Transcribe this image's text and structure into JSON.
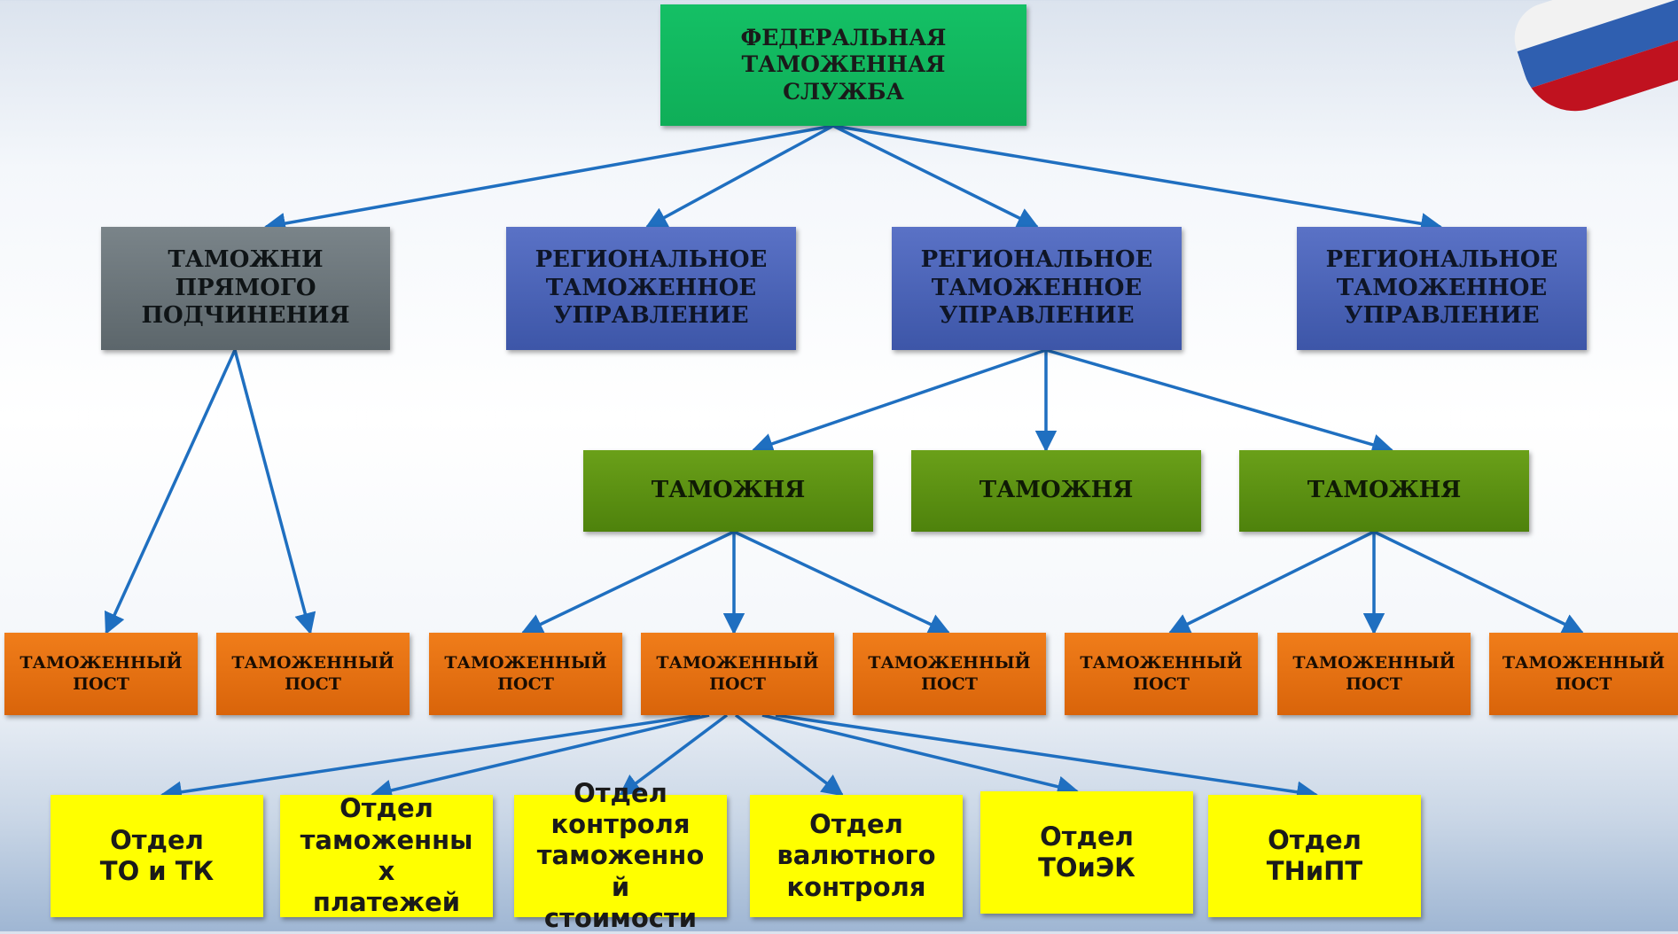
{
  "root": "ФЕДЕРАЛЬНАЯ\nТАМОЖЕННАЯ\nСЛУЖБА",
  "direct_customs": "ТАМОЖНИ\nПРЯМОГО\nПОДЧИНЕНИЯ",
  "rtu": [
    "РЕГИОНАЛЬНОЕ\nТАМОЖЕННОЕ\nУПРАВЛЕНИЕ",
    "РЕГИОНАЛЬНОЕ\nТАМОЖЕННОЕ\nУПРАВЛЕНИЕ",
    "РЕГИОНАЛЬНОЕ\nТАМОЖЕННОЕ\nУПРАВЛЕНИЕ"
  ],
  "customs": [
    "ТАМОЖНЯ",
    "ТАМОЖНЯ",
    "ТАМОЖНЯ"
  ],
  "posts": [
    "ТАМОЖЕННЫЙ\nПОСТ",
    "ТАМОЖЕННЫЙ\nПОСТ",
    "ТАМОЖЕННЫЙ\nПОСТ",
    "ТАМОЖЕННЫЙ\nПОСТ",
    "ТАМОЖЕННЫЙ\nПОСТ",
    "ТАМОЖЕННЫЙ\nПОСТ",
    "ТАМОЖЕННЫЙ\nПОСТ",
    "ТАМОЖЕННЫЙ\nПОСТ"
  ],
  "departments": [
    "Отдел\nТО и ТК",
    "Отдел\nтаможенны\nх\nплатежей",
    "Отдел\nконтроля\nтаможенно\nй\nстоимости",
    "Отдел\nвалютного\nконтроля",
    "Отдел\nТОиЭК",
    "Отдел\nТНиПТ"
  ],
  "colors": {
    "arrow": "#1f6fc0",
    "root": "#11b85f",
    "direct": "#6b757a",
    "rtu": "#4b63b8",
    "customs": "#5e9414",
    "post": "#e87012",
    "department": "#ffff00"
  }
}
